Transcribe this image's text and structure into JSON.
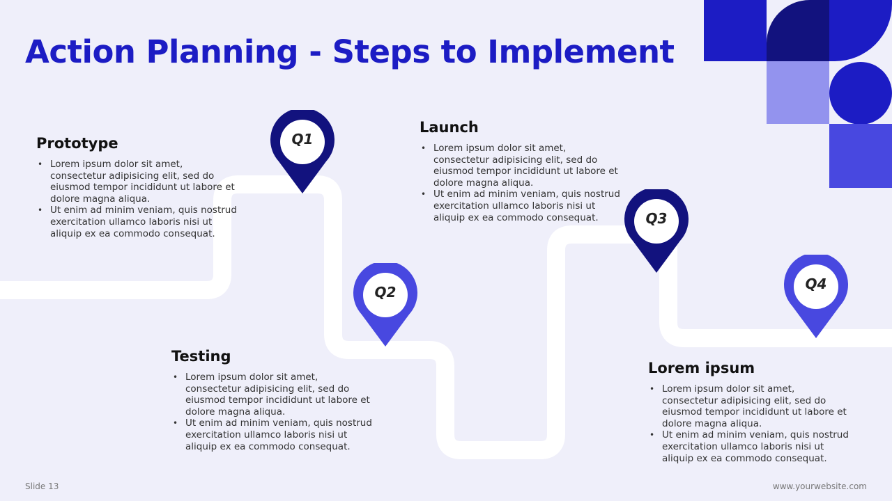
{
  "title": "Action Planning - Steps to Implement",
  "colors": {
    "background": "#efeffa",
    "title": "#1c1cc4",
    "dark_navy": "#12127e",
    "royal_blue": "#1c1cc4",
    "medium_blue": "#4848e0",
    "light_blue": "#9393ee",
    "road": "#ffffff"
  },
  "milestones": [
    {
      "label": "Q1",
      "color": "#12127e"
    },
    {
      "label": "Q2",
      "color": "#4848e0"
    },
    {
      "label": "Q3",
      "color": "#12127e"
    },
    {
      "label": "Q4",
      "color": "#4848e0"
    }
  ],
  "sections": [
    {
      "heading": "Prototype",
      "bullets": [
        "Lorem ipsum dolor sit amet, consectetur adipisicing elit, sed do eiusmod tempor incididunt ut labore et dolore magna aliqua.",
        "Ut enim ad minim veniam, quis nostrud exercitation ullamco laboris nisi ut aliquip ex ea commodo consequat."
      ]
    },
    {
      "heading": "Testing",
      "bullets": [
        "Lorem ipsum dolor sit amet, consectetur adipisicing elit, sed do eiusmod tempor incididunt ut labore et dolore magna aliqua.",
        "Ut enim ad minim veniam, quis nostrud exercitation ullamco laboris nisi ut aliquip ex ea commodo consequat."
      ]
    },
    {
      "heading": "Launch",
      "bullets": [
        "Lorem ipsum dolor sit amet, consectetur adipisicing elit, sed do eiusmod tempor incididunt ut labore et dolore magna aliqua.",
        "Ut enim ad minim veniam, quis nostrud exercitation ullamco laboris nisi ut aliquip ex ea commodo consequat."
      ]
    },
    {
      "heading": "Lorem ipsum",
      "bullets": [
        "Lorem ipsum dolor sit amet, consectetur adipisicing elit, sed do eiusmod tempor incididunt ut labore et dolore magna aliqua.",
        "Ut enim ad minim veniam, quis nostrud exercitation ullamco laboris nisi ut aliquip ex ea commodo consequat."
      ]
    }
  ],
  "footer": {
    "slide_number": "Slide 13",
    "website": "www.yourwebsite.com"
  }
}
